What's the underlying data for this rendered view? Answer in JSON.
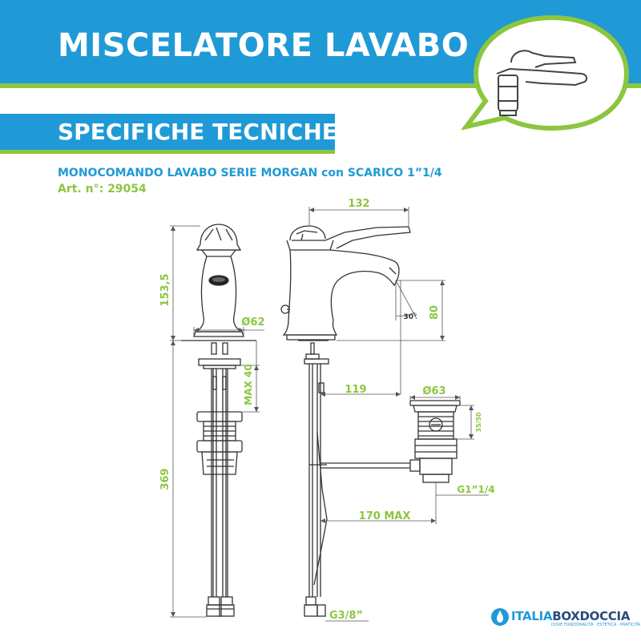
{
  "header": {
    "title": "MISCELATORE LAVABO"
  },
  "section": {
    "title": "SPECIFICHE TECNICHE"
  },
  "product": {
    "description": "MONOCOMANDO LAVABO SERIE MORGAN con SCARICO 1”1/4",
    "article": "Art. n°: 29054"
  },
  "dimensions": {
    "width_132": "132",
    "height_153": "153,5",
    "diam_62": "Ø62",
    "max_40": "MAX 40",
    "angle_30": "30°",
    "height_80": "80",
    "reach_119": "119",
    "diam_63": "Ø63",
    "range_35_50": "35/50",
    "thread_g114": "G1”1/4",
    "max_170": "170 MAX",
    "length_369": "369",
    "thread_g38": "G3/8”"
  },
  "brand": {
    "part1": "ITALIA",
    "part2": "BOXDOCCIA",
    "tagline": "DOVE FUNZIONALITÀ · ESTETICA · PRATICITÀ"
  },
  "colors": {
    "blue": "#1f9ad6",
    "green": "#8cc63f",
    "line": "#333333"
  }
}
